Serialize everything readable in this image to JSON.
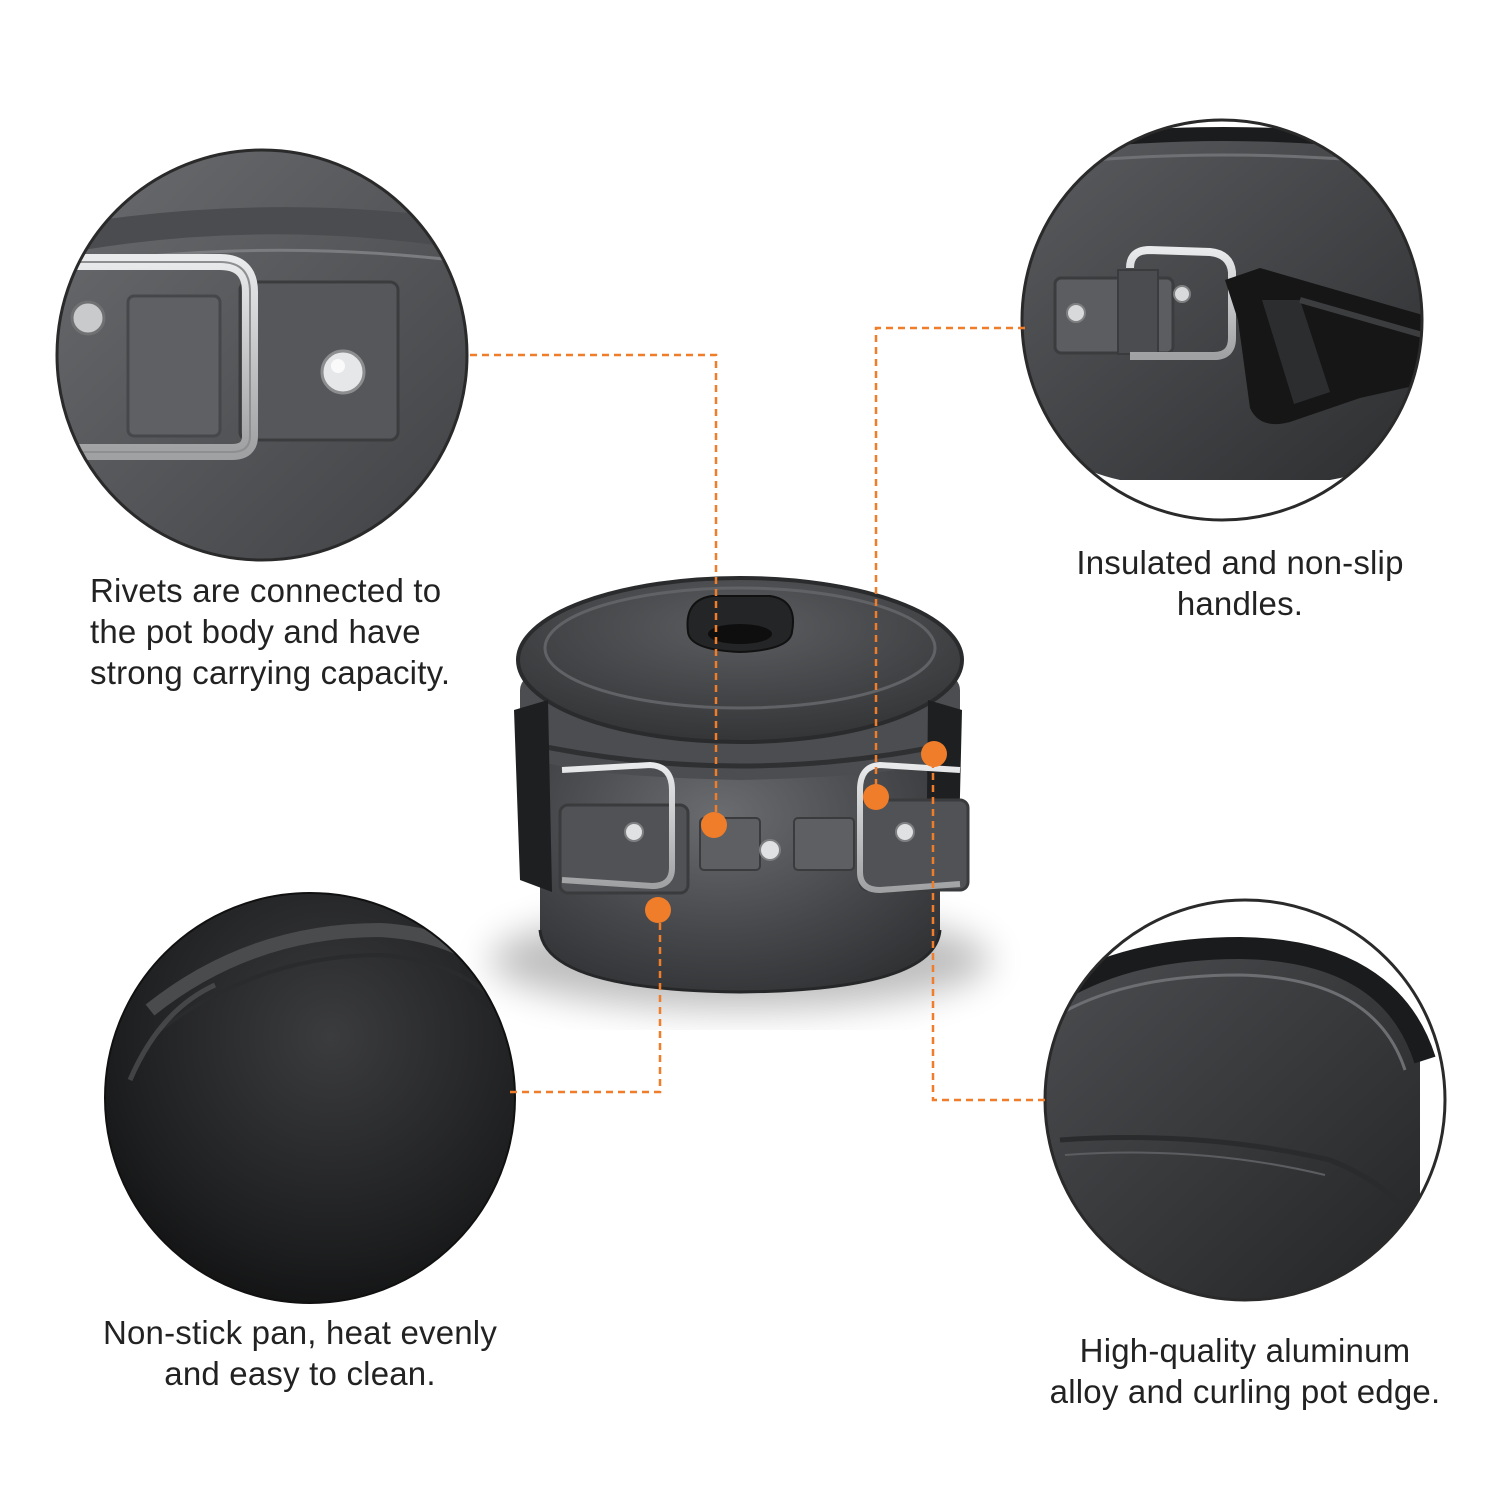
{
  "captions": {
    "rivets": "Rivets are connected to\nthe pot body and have\nstrong carrying capacity.",
    "handles": "Insulated and non-slip\nhandles.",
    "nonstick": "Non-stick pan, heat evenly\nand easy to clean.",
    "alloy": "High-quality aluminum\nalloy and curling pot edge."
  },
  "colors": {
    "accent": "#F07D2A",
    "pot_dark": "#3A3B3D",
    "pot_mid": "#55575A",
    "steel": "#C9CACC",
    "ring": "#2A2A2A"
  }
}
